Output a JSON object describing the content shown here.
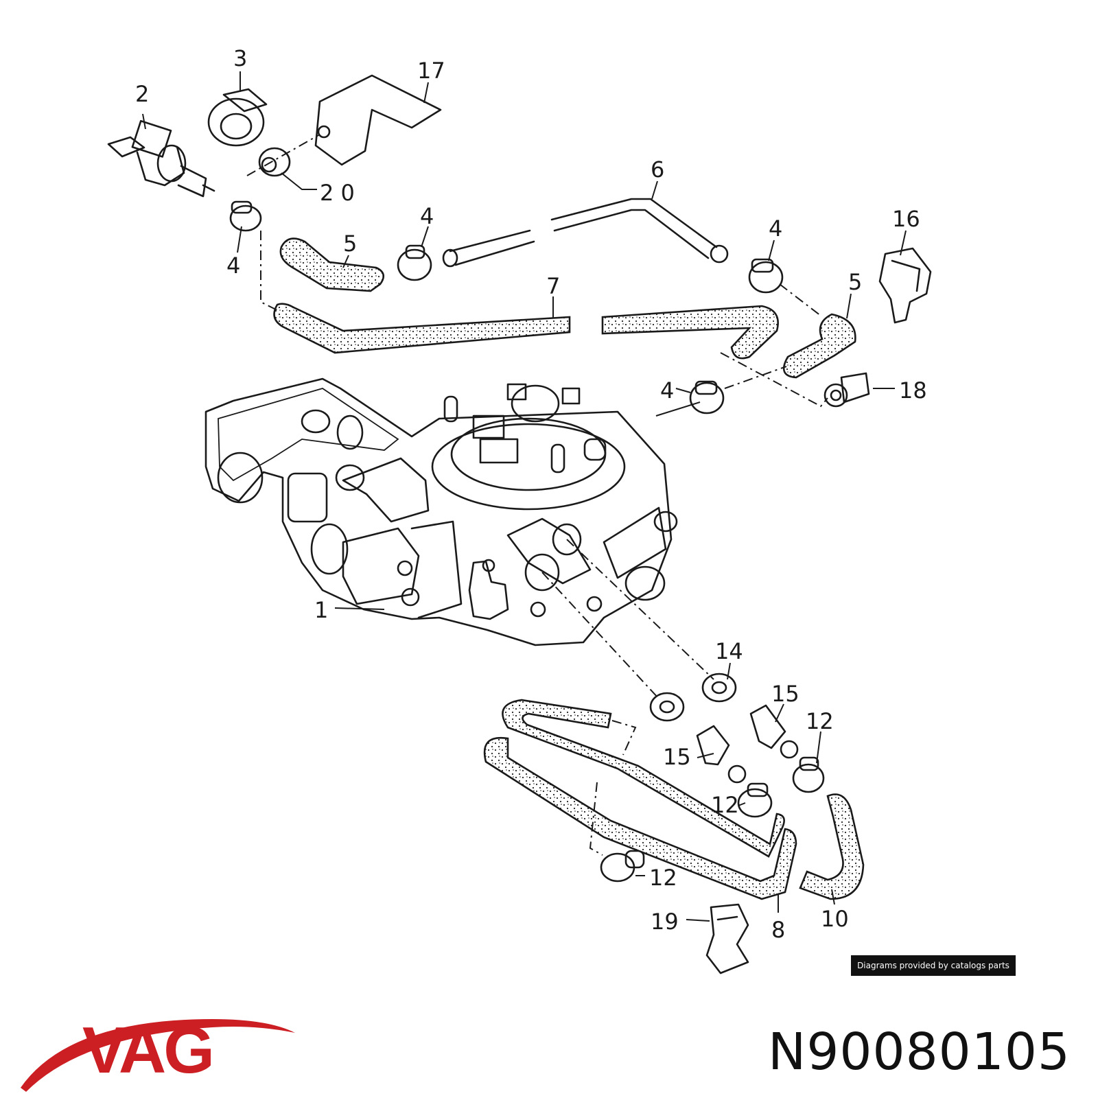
{
  "diagram": {
    "callouts": [
      {
        "id": "c1",
        "text": "1"
      },
      {
        "id": "c2",
        "text": "2"
      },
      {
        "id": "c3",
        "text": "3"
      },
      {
        "id": "c4a",
        "text": "4"
      },
      {
        "id": "c4b",
        "text": "4"
      },
      {
        "id": "c4c",
        "text": "4"
      },
      {
        "id": "c4d",
        "text": "4"
      },
      {
        "id": "c5a",
        "text": "5"
      },
      {
        "id": "c5b",
        "text": "5"
      },
      {
        "id": "c6",
        "text": "6"
      },
      {
        "id": "c7",
        "text": "7"
      },
      {
        "id": "c8",
        "text": "8"
      },
      {
        "id": "c10",
        "text": "10"
      },
      {
        "id": "c12a",
        "text": "12"
      },
      {
        "id": "c12b",
        "text": "12"
      },
      {
        "id": "c12c",
        "text": "12"
      },
      {
        "id": "c14",
        "text": "14"
      },
      {
        "id": "c15a",
        "text": "15"
      },
      {
        "id": "c15b",
        "text": "15"
      },
      {
        "id": "c16",
        "text": "16"
      },
      {
        "id": "c17",
        "text": "17"
      },
      {
        "id": "c18",
        "text": "18"
      },
      {
        "id": "c19",
        "text": "19"
      },
      {
        "id": "c20",
        "text": "2 0"
      }
    ],
    "credit": "Diagrams provided by catalogs parts"
  },
  "brand": {
    "name": "VAG",
    "color": "#cc1f24"
  },
  "part_number": "N90080105"
}
